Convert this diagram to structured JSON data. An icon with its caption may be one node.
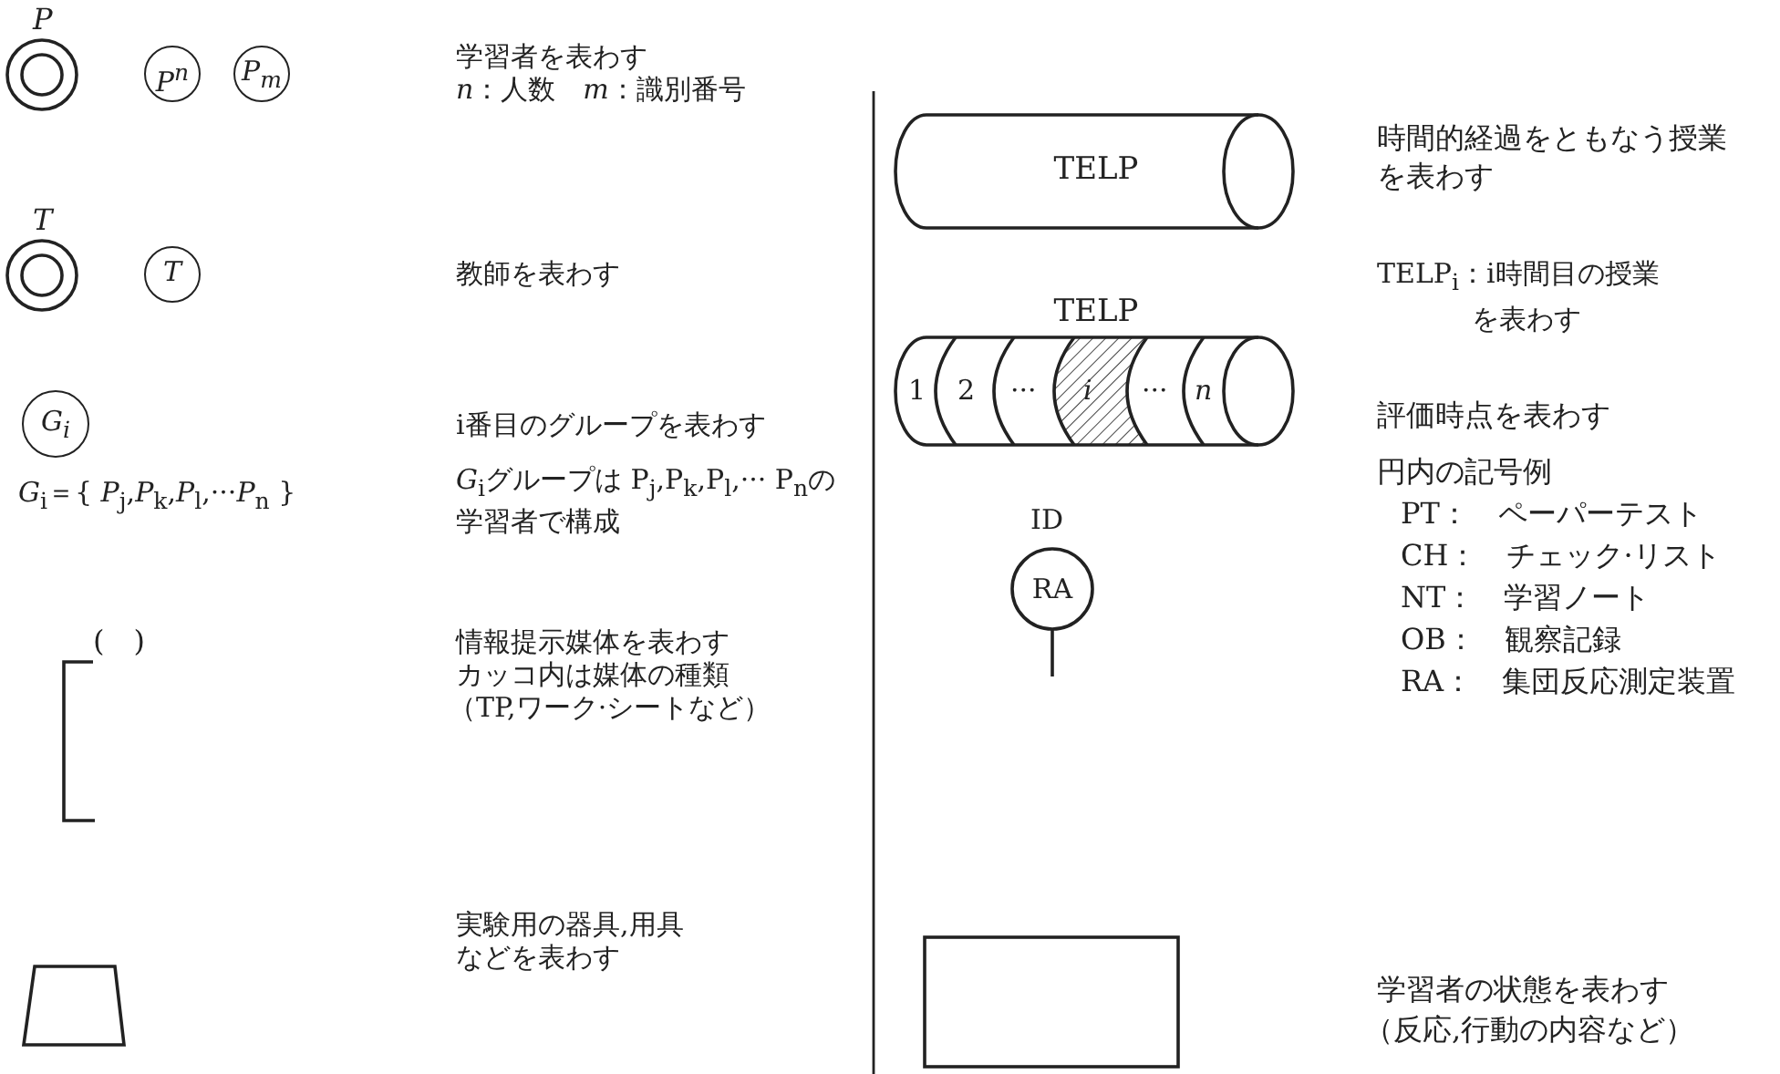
{
  "diagram": {
    "nodes": [
      {
        "text": [
          "P"
        ]
      },
      {
        "text": [
          "P$^{n}$"
        ]
      },
      {
        "text": [
          "P$_{m}$"
        ]
      },
      {
        "text": [
          "T"
        ]
      },
      {
        "text": [
          "T"
        ]
      },
      {
        "text": [
          "G$_{i}$"
        ]
      },
      {
        "text": [
          "(　)"
        ]
      },
      {
        "text": [],
        "shape": "trapezoid"
      },
      {
        "text": [
          "TELP"
        ]
      },
      {
        "text": [
          "TELP",
          "1",
          "2",
          "···",
          "i",
          "···",
          "n"
        ]
      },
      {
        "text": [
          "ID",
          "RA"
        ]
      },
      {
        "text": [],
        "shape": "box"
      }
    ],
    "labels": [
      "学習者を表わす",
      "*n*：人数　*m*：識別番号",
      "教師を表わす",
      "i番目のグループを表わす",
      "*G*$_{i}$＝{ *P*$_{j}$,*P*$_{k}$,*P*$_{l}$,···*P*$_{n}$ }",
      "*G*$_{i}$グループは P$_{j}$,P$_{k}$,P$_{l}$,··· P$_{n}$の学習者で構成",
      "情報提示媒体を表わす",
      "カッコ内は媒体の種類",
      "（TP,ワーク·シートなど）",
      "実験用の器具,用具などを表わす",
      "時間的経過をともなう授業を表わす",
      "TELP$_{i}$：i時間目の授業を表わす",
      "評価時点を表わす",
      "円内の記号例",
      "PT：　ペーパーテスト",
      "CH：　チェック·リスト",
      "NT：　学習ノート",
      "OB：　観察記録",
      "RA：　集団反応測定装置",
      "学習者の状態を表わす",
      "（反応,行動の内容など）"
    ]
  }
}
